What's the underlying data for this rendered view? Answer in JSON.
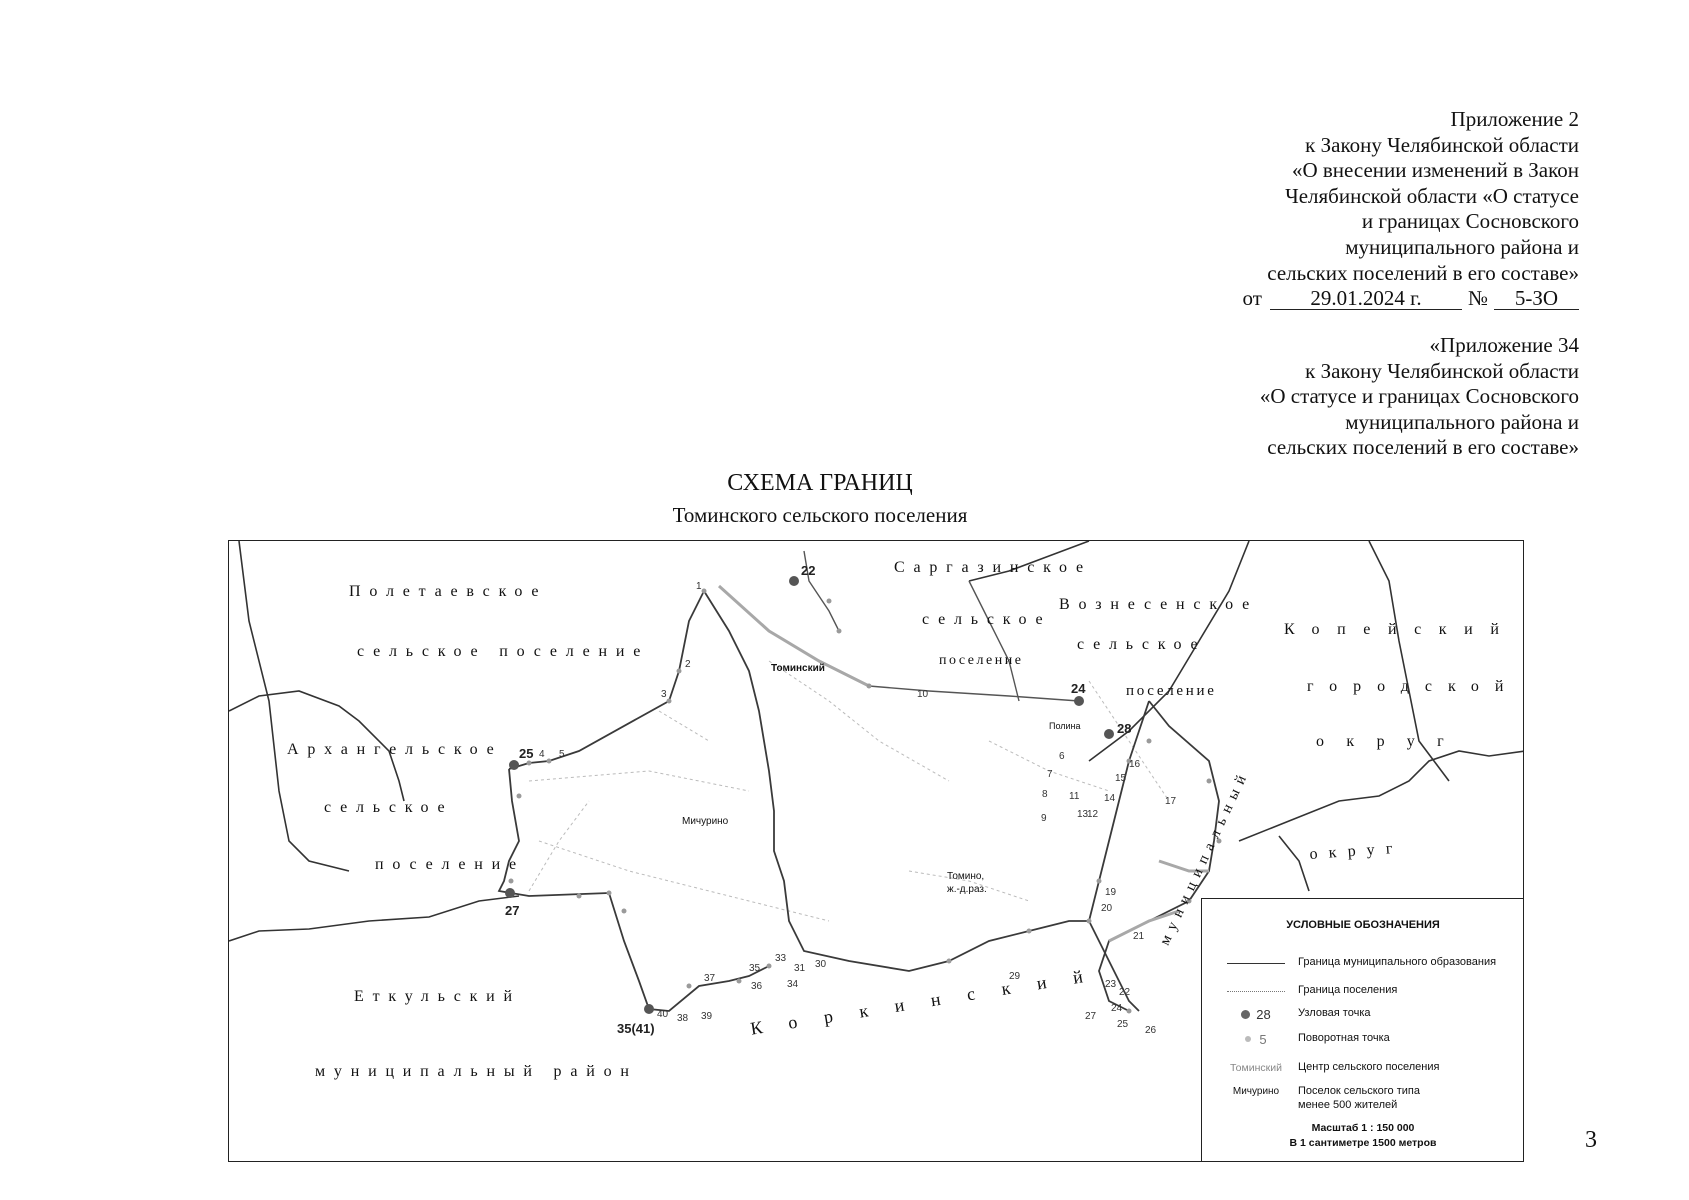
{
  "header": {
    "appendix2_lines": [
      "Приложение 2",
      "к Закону Челябинской области",
      "«О внесении изменений в Закон",
      "Челябинской области «О статусе",
      "и границах Сосновского",
      "муниципального района и",
      "сельских поселений в его составе»"
    ],
    "date_prefix": "от",
    "date_value": "29.01.2024 г.",
    "number_prefix": "№",
    "number_value": "5-ЗО",
    "appendix34_lines": [
      "«Приложение 34",
      "к Закону Челябинской области",
      "«О статусе и границах Сосновского",
      "муниципального района и",
      "сельских поселений в его составе»"
    ]
  },
  "map": {
    "title": "СХЕМА ГРАНИЦ",
    "subtitle": "Томинского сельского поселения",
    "region_labels": {
      "poletaevskoe_1": "Полетаевское",
      "poletaevskoe_2": "сельское поселение",
      "arkhangelskoe_1": "Архангельское",
      "arkhangelskoe_2": "сельское",
      "arkhangelskoe_3": "поселение",
      "sargazinskoe_1": "Саргазинское",
      "sargazinskoe_2": "сельское",
      "sargazinskoe_3": "поселение",
      "voznesenskoe_1": "Вознесенское",
      "voznesenskoe_2": "сельское",
      "voznesenskoe_3": "поселение",
      "kopeisk_1": "Копейский",
      "kopeisk_2": "городской",
      "kopeisk_3": "округ",
      "etkulsky_1": "Еткульский",
      "etkulsky_2": "муниципальный район",
      "korkinsky": "Коркинский",
      "municipal_1": "муниципальный",
      "municipal_2": "округ"
    },
    "settlements": {
      "tominsky": "Томинский",
      "michurino": "Мичурино",
      "polina": "Полина",
      "tomino_1": "Томино,",
      "tomino_2": "ж.-д.раз."
    },
    "node_points": [
      "22",
      "24",
      "25",
      "27",
      "28",
      "35(41)"
    ],
    "turn_points": [
      "1",
      "2",
      "3",
      "4",
      "5",
      "6",
      "7",
      "8",
      "9",
      "10",
      "11",
      "12",
      "13",
      "14",
      "15",
      "16",
      "17",
      "19",
      "20",
      "21",
      "22",
      "23",
      "24",
      "25",
      "26",
      "27",
      "29",
      "30",
      "31",
      "33",
      "34",
      "35",
      "36",
      "37",
      "38",
      "39",
      "40"
    ],
    "legend": {
      "title": "УСЛОВНЫЕ ОБОЗНАЧЕНИЯ",
      "municipal_border": "Граница муниципального образования",
      "settlement_border": "Граница поселения",
      "node_sample": "28",
      "node_label": "Узловая точка",
      "turn_sample": "5",
      "turn_label": "Поворотная точка",
      "center_sample": "Томинский",
      "center_label": "Центр сельского поселения",
      "village_sample": "Мичурино",
      "village_label_1": "Поселок сельского типа",
      "village_label_2": "менее 500 жителей",
      "scale_1": "Масштаб 1 : 150 000",
      "scale_2": "В 1 сантиметре 1500 метров"
    }
  },
  "page_number": "3"
}
